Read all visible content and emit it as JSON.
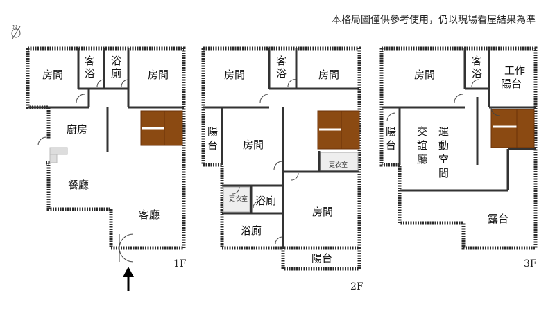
{
  "notice": "本格局圖僅供參考使用，仍以現場看屋結果為準",
  "floor1": {
    "label": "1F",
    "rooms": [
      "房間",
      "客浴",
      "浴廁",
      "房間",
      "廚房",
      "餐廳",
      "客廳"
    ]
  },
  "floor2": {
    "label": "2F",
    "rooms": [
      "房間",
      "客浴",
      "房間",
      "陽台",
      "房間",
      "更衣室",
      "更衣室",
      "浴廁",
      "浴廁",
      "房間",
      "陽台"
    ]
  },
  "floor3": {
    "label": "3F",
    "rooms": [
      "房間",
      "客浴",
      "工作陽台",
      "陽台",
      "交誼廳",
      "運動空間",
      "露台"
    ]
  }
}
